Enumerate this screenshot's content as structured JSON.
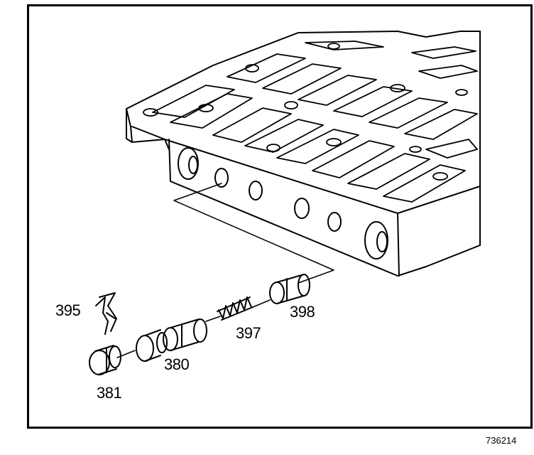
{
  "figure": {
    "reference_number": "736214",
    "callouts": {
      "clip": "395",
      "plug": "381",
      "valve": "380",
      "spring": "397",
      "bushing": "398"
    }
  }
}
